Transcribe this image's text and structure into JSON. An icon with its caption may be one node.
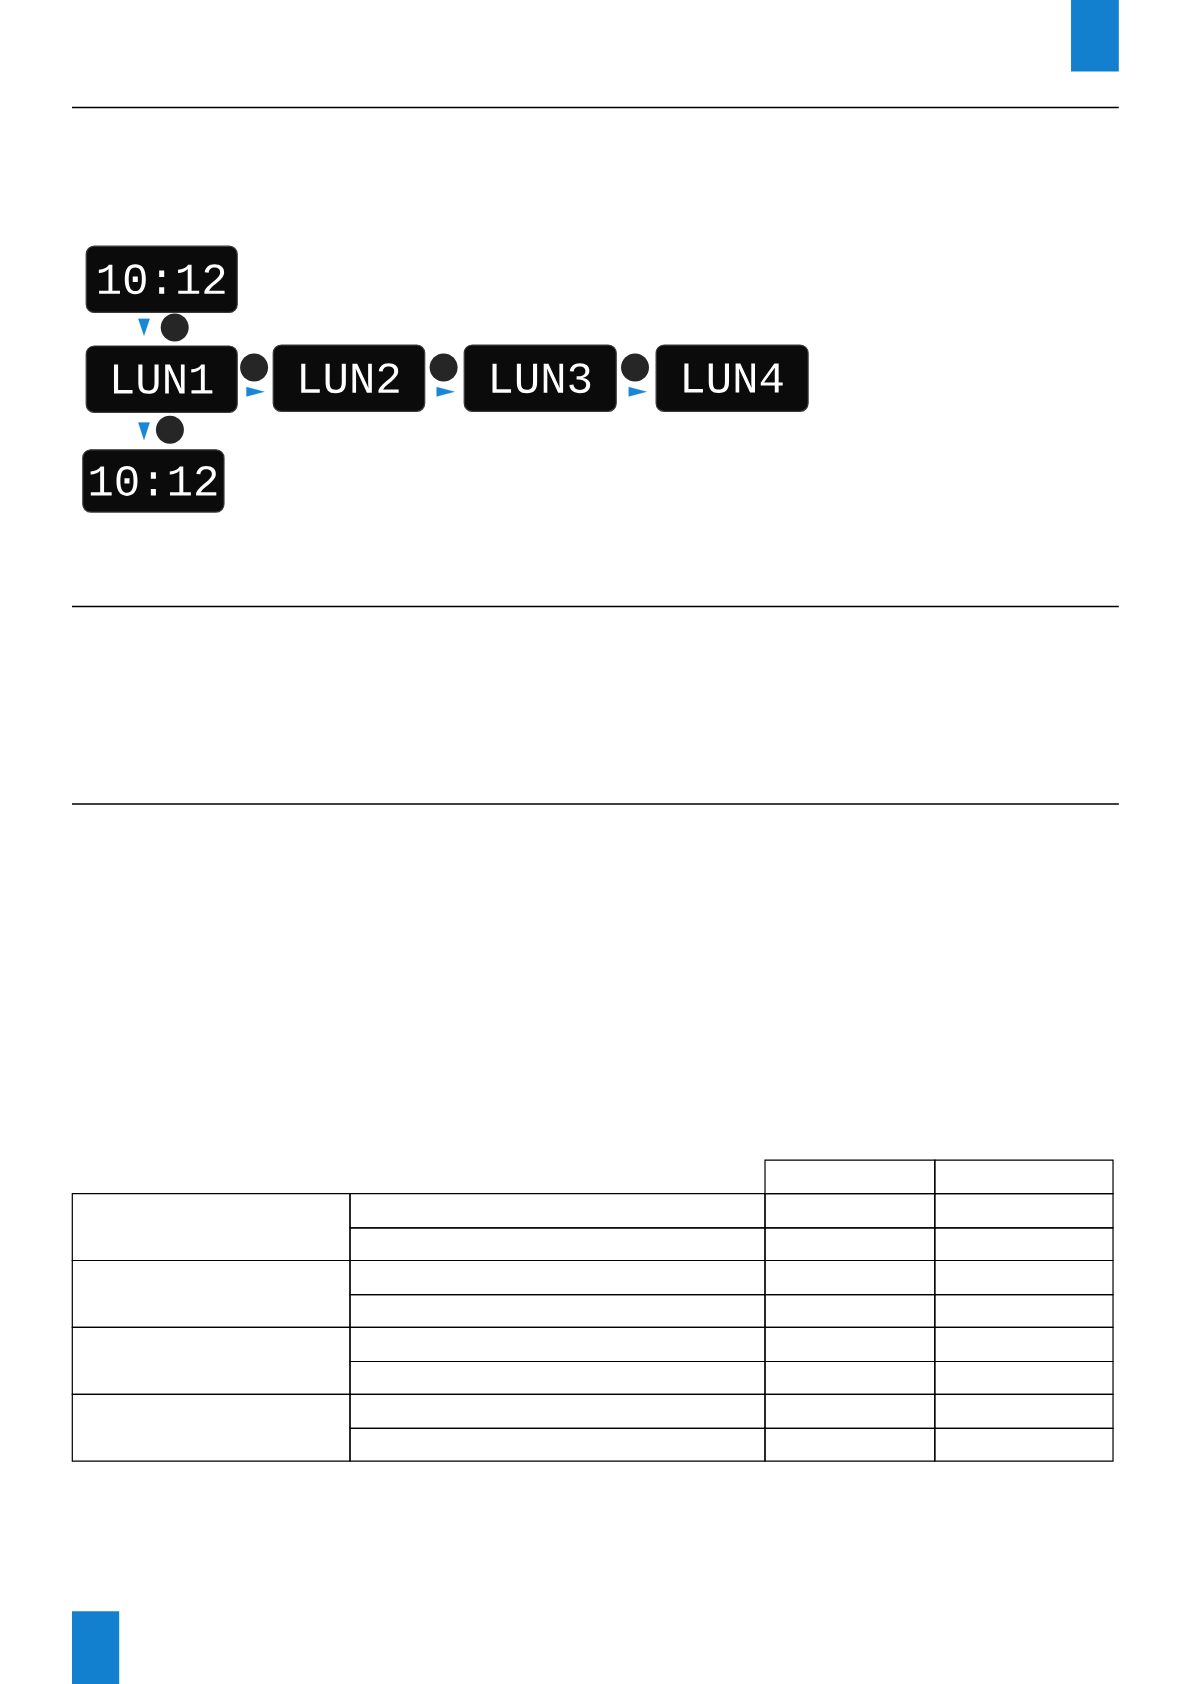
{
  "diagram": {
    "nodes": [
      {
        "text": [
          "10:12"
        ]
      },
      {
        "text": [
          "LUN1"
        ]
      },
      {
        "text": [
          "LUN2"
        ]
      },
      {
        "text": [
          "LUN3"
        ]
      },
      {
        "text": [
          "LUN4"
        ]
      },
      {
        "text": [
          "10:12"
        ]
      }
    ],
    "edges": [
      {
        "from": 0,
        "to": 1,
        "arrow": "to"
      },
      {
        "from": 1,
        "to": 2,
        "arrow": "to"
      },
      {
        "from": 2,
        "to": 3,
        "arrow": "to"
      },
      {
        "from": 3,
        "to": 4,
        "arrow": "to"
      },
      {
        "from": 1,
        "to": 5,
        "arrow": "to"
      }
    ]
  }
}
